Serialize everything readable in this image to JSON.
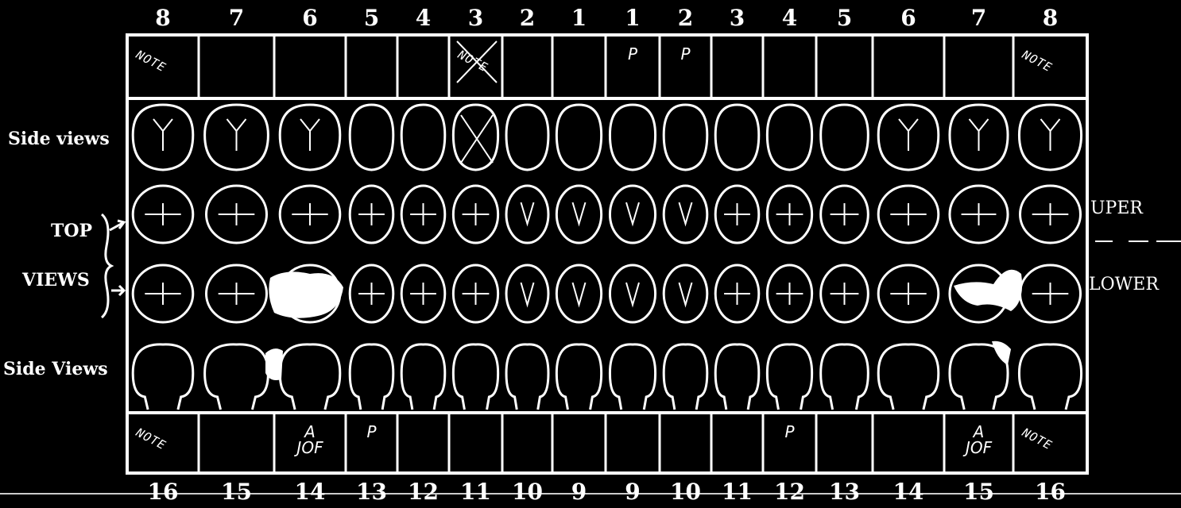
{
  "top_numbers": [
    "8",
    "7",
    "6",
    "5",
    "4",
    "3",
    "2",
    "1",
    "1",
    "2",
    "3",
    "4",
    "5",
    "6",
    "7",
    "8"
  ],
  "bottom_numbers": [
    "16",
    "15",
    "14",
    "13",
    "12",
    "11",
    "10",
    "9",
    "9",
    "10",
    "11",
    "12",
    "13",
    "14",
    "15",
    "16"
  ],
  "labels": {
    "side_views_upper": "Side views",
    "top": "TOP",
    "views": "VIEWS",
    "side_views_lower": "Side Views",
    "uper": "UPER",
    "lower": "LOWER"
  },
  "top_boxes": [
    "NOTE",
    "",
    "",
    "",
    "",
    "NOTE",
    "",
    "",
    "P",
    "P",
    "",
    "",
    "",
    "",
    "",
    "NOTE"
  ],
  "bottom_boxes": [
    "NOTE",
    "",
    "A\nJOF",
    "P",
    "",
    "",
    "",
    "",
    "",
    "",
    "",
    "P",
    "",
    "",
    "A\nJOF",
    "NOTE"
  ],
  "colors": {
    "background": "#000000",
    "ink": "#ffffff"
  }
}
